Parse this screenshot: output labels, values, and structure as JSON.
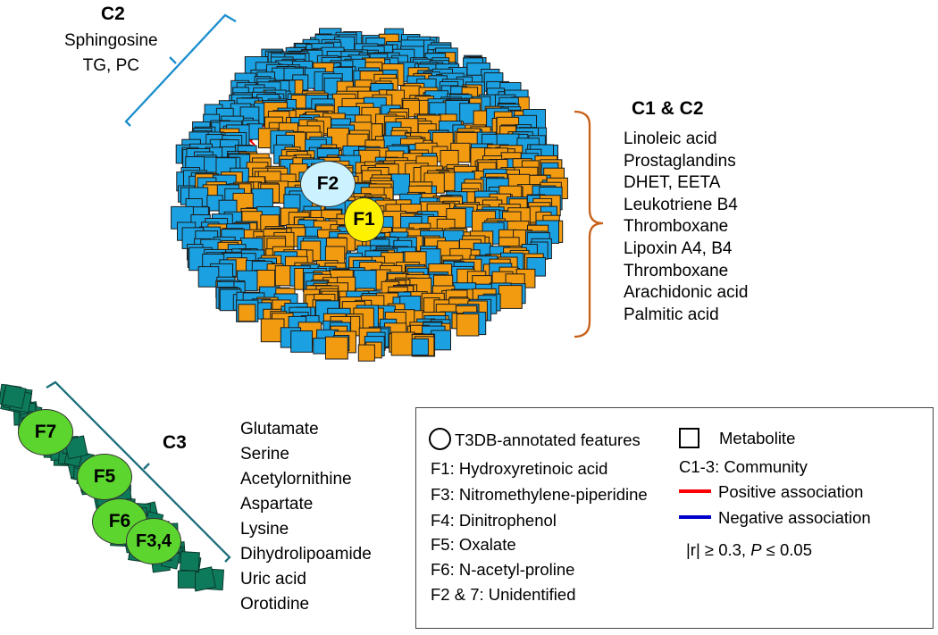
{
  "colors": {
    "c1_metabolite": "#F29B11",
    "c2_metabolite": "#1BA1E2",
    "c3_metabolite": "#0E7A5C",
    "f1_fill": "#FFF200",
    "f2_fill": "#CCF2FF",
    "c3_feature_fill": "#5CD62E",
    "c2_bracket": "#1A8ECC",
    "c12_bracket": "#C8601A",
    "c3_bracket": "#1B6E7A",
    "positive": "#FF0000",
    "negative": "#0000CC"
  },
  "clusters": {
    "c2": {
      "title": "C2",
      "items": [
        "Sphingosine",
        "TG, PC"
      ]
    },
    "c1_c2": {
      "title": "C1 & C2",
      "items": [
        "Linoleic acid",
        "Prostaglandins",
        "DHET, EETA",
        "Leukotriene B4",
        "Thromboxane",
        "Lipoxin A4, B4",
        "Thromboxane",
        "Arachidonic acid",
        "Palmitic acid"
      ]
    },
    "c3": {
      "title": "C3",
      "items": [
        "Glutamate",
        "Serine",
        "Acetylornithine",
        "Aspartate",
        "Lysine",
        "Dihydrolipoamide",
        "Uric acid",
        "Orotidine"
      ]
    }
  },
  "feature_nodes": {
    "f1": "F1",
    "f2": "F2",
    "f7": "F7",
    "f5": "F5",
    "f6": "F6",
    "f34": "F3,4"
  },
  "legend": {
    "circle_label": "T3DB-annotated features",
    "square_label": "Metabolite",
    "features": [
      "F1: Hydroxyretinoic acid",
      "F3: Nitromethylene-piperidine",
      "F4: Dinitrophenol",
      "F5: Oxalate",
      "F6: N-acetyl-proline",
      "F2 & 7: Unidentified"
    ],
    "community": "C1-3: Community",
    "positive": "Positive association",
    "negative": "Negative association",
    "threshold_prefix": "|r| ≥ 0.3, ",
    "threshold_p": "P",
    "threshold_suffix": " ≤ 0.05"
  }
}
